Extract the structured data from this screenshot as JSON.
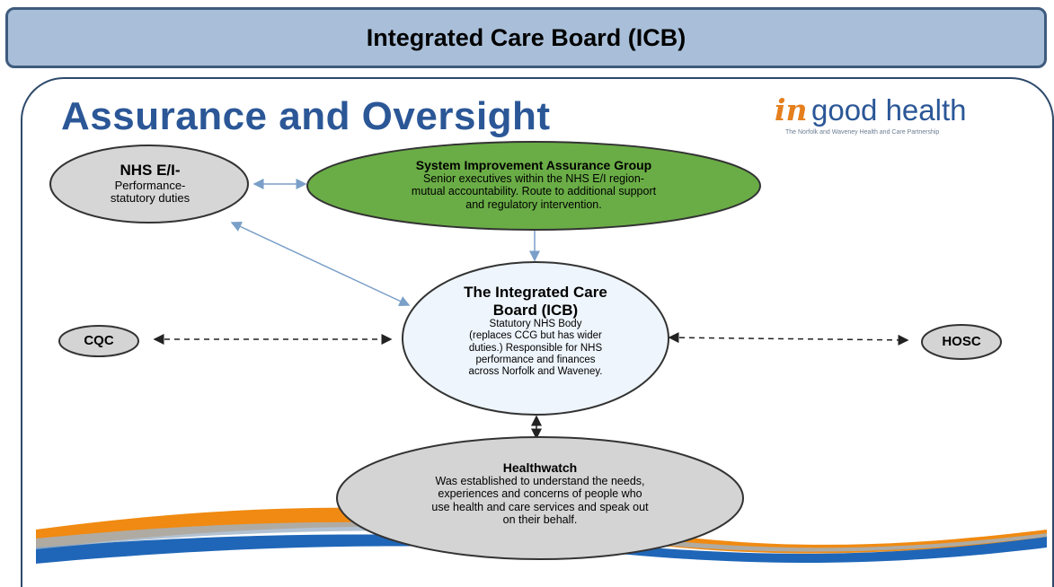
{
  "header": {
    "title": "Integrated Care Board (ICB)"
  },
  "main": {
    "title": "Assurance and Oversight"
  },
  "brand": {
    "prefix": "in",
    "name": "good health",
    "tagline": "The Norfolk and Waveney Health and Care Partnership"
  },
  "nodes": {
    "nhs": {
      "title": "NHS E/I-",
      "body": [
        "Performance-",
        "statutory duties"
      ]
    },
    "siag": {
      "title": "System Improvement Assurance Group",
      "body": [
        "Senior executives within the NHS E/I region-",
        "mutual accountability. Route to additional support",
        "and regulatory intervention."
      ]
    },
    "icb": {
      "title": [
        "The Integrated Care",
        "Board (ICB)"
      ],
      "body": [
        "Statutory NHS Body",
        "(replaces CCG but has wider",
        "duties.) Responsible for NHS",
        "performance and finances",
        "across Norfolk and Waveney."
      ]
    },
    "cqc": {
      "label": "CQC"
    },
    "hosc": {
      "label": "HOSC"
    },
    "healthwatch": {
      "title": "Healthwatch",
      "body": [
        "Was established to understand the needs,",
        "experiences and concerns of people who",
        "use health and care services and speak out",
        "on their behalf."
      ]
    }
  },
  "colors": {
    "header_bg": "#a9bfd9",
    "title_blue": "#2b5797",
    "siag_green": "#6cad45",
    "icb_fill": "#eef5fc",
    "grey_node": "#d4d4d4",
    "brand_orange": "#e57f1e"
  }
}
